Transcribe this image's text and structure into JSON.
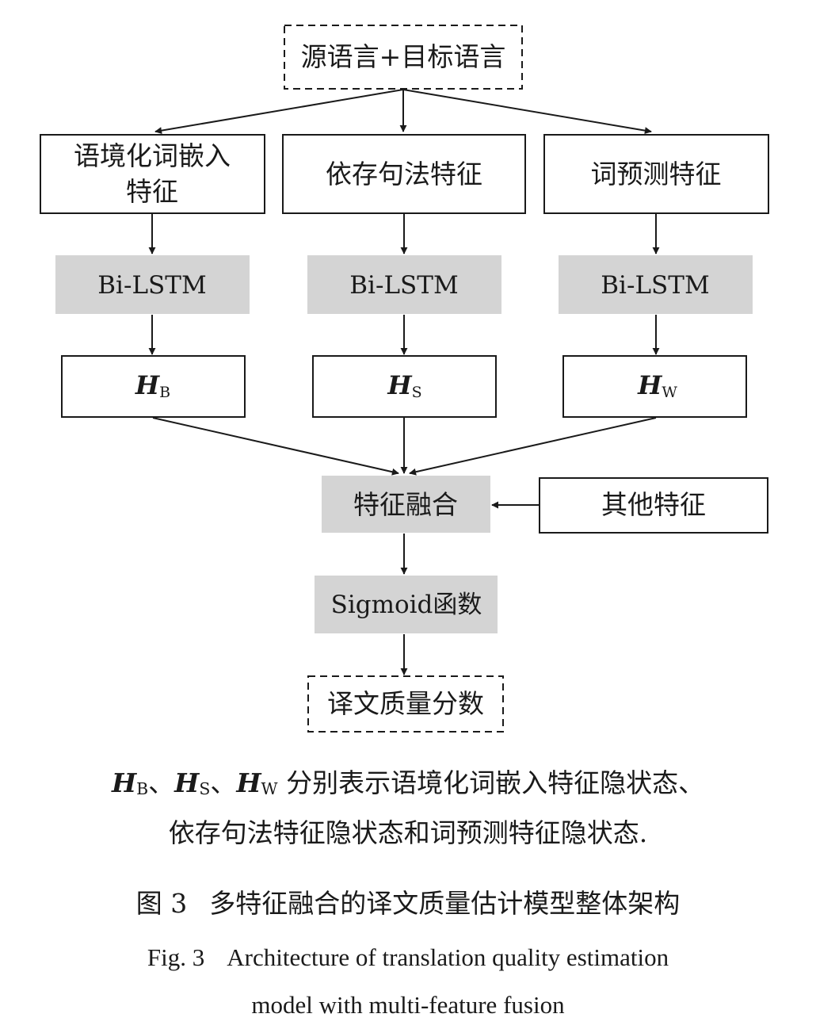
{
  "nodes": {
    "input": {
      "text": "源语言+目标语言"
    },
    "feat_left_l1": "语境化词嵌入",
    "feat_left_l2": "特征",
    "feat_mid": "依存句法特征",
    "feat_right": "词预测特征",
    "bilstm": "Bi-LSTM",
    "h_sym": "H",
    "h_left_sub": "B",
    "h_mid_sub": "S",
    "h_right_sub": "W",
    "fusion": "特征融合",
    "other": "其他特征",
    "sigmoid": "Sigmoid函数",
    "output": "译文质量分数"
  },
  "caption": {
    "note_symbol": "H",
    "note_subs": [
      "B",
      "S",
      "W"
    ],
    "note_sep": "、",
    "note_line1_text": "分别表示语境化词嵌入特征隐状态、",
    "note_line2_text": "依存句法特征隐状态和词预测特征隐状态.",
    "zh_label": "图 3",
    "zh_title": "多特征融合的译文质量估计模型整体架构",
    "en_label": "Fig. 3",
    "en_title_l1": "Architecture of translation quality estimation",
    "en_title_l2": "model with multi-feature fusion"
  },
  "colors": {
    "gray_box": "#d4d4d4",
    "stroke": "#1a1a1a",
    "background": "#ffffff"
  }
}
